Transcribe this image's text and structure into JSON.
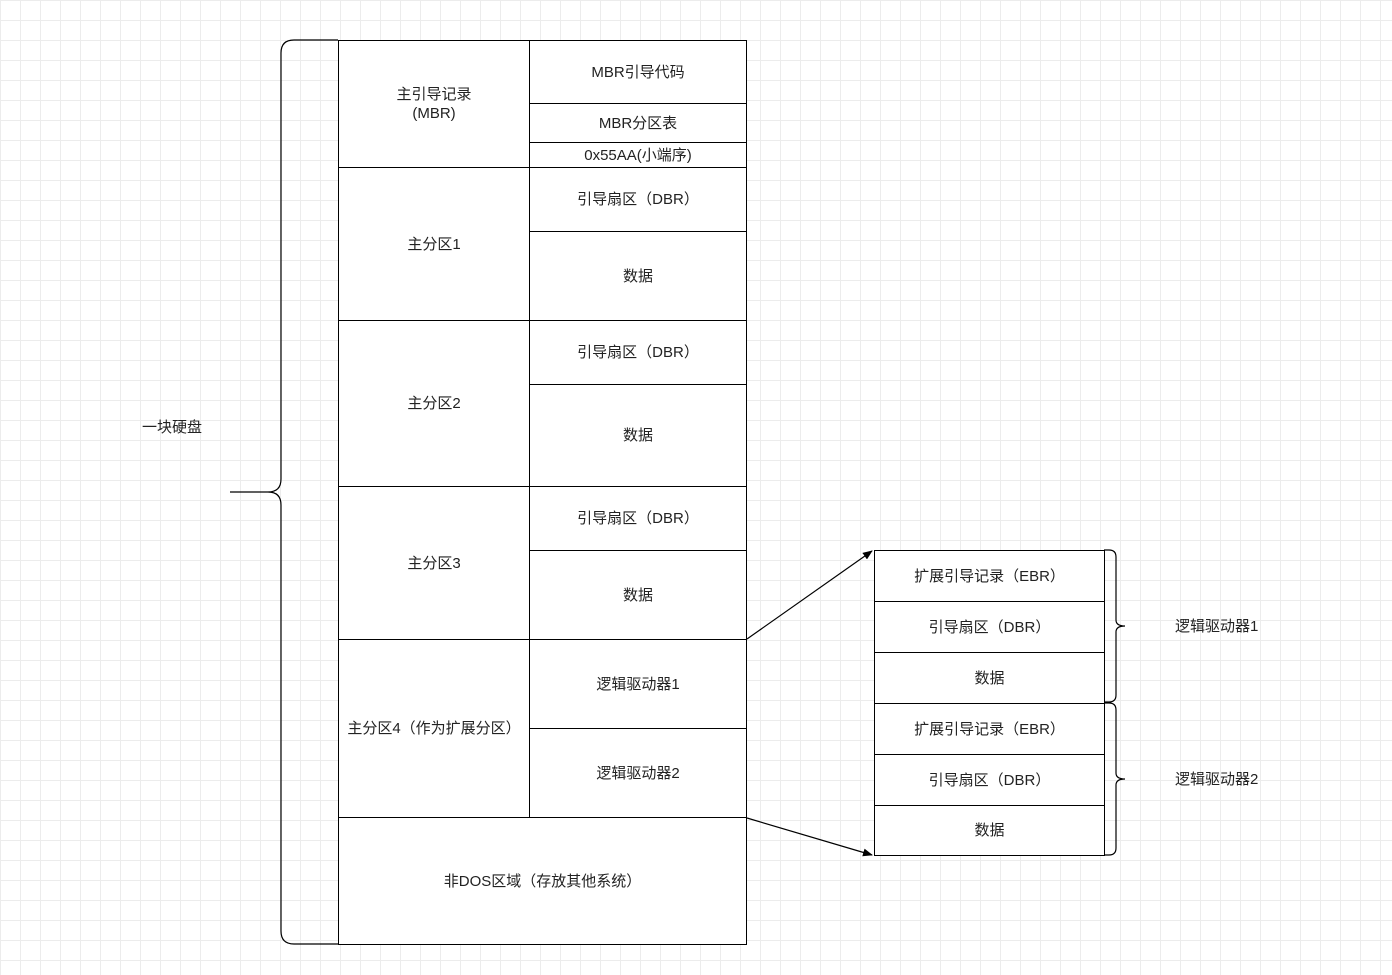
{
  "disk_label": "一块硬盘",
  "mbr": {
    "label": "主引导记录\n(MBR)",
    "boot_code": "MBR引导代码",
    "partition_table": "MBR分区表",
    "signature": "0x55AA(小端序)"
  },
  "primary_partitions": [
    {
      "label": "主分区1",
      "boot_sector": "引导扇区（DBR）",
      "data": "数据"
    },
    {
      "label": "主分区2",
      "boot_sector": "引导扇区（DBR）",
      "data": "数据"
    },
    {
      "label": "主分区3",
      "boot_sector": "引导扇区（DBR）",
      "data": "数据"
    }
  ],
  "extended_partition": {
    "label": "主分区4（作为扩展分区）",
    "logical_drives": [
      "逻辑驱动器1",
      "逻辑驱动器2"
    ]
  },
  "non_dos": {
    "label": "非DOS区域（存放其他系统）"
  },
  "logical_drive_detail": [
    {
      "name": "逻辑驱动器1",
      "ebr": "扩展引导记录（EBR）",
      "boot_sector": "引导扇区（DBR）",
      "data": "数据"
    },
    {
      "name": "逻辑驱动器2",
      "ebr": "扩展引导记录（EBR）",
      "boot_sector": "引导扇区（DBR）",
      "data": "数据"
    }
  ]
}
